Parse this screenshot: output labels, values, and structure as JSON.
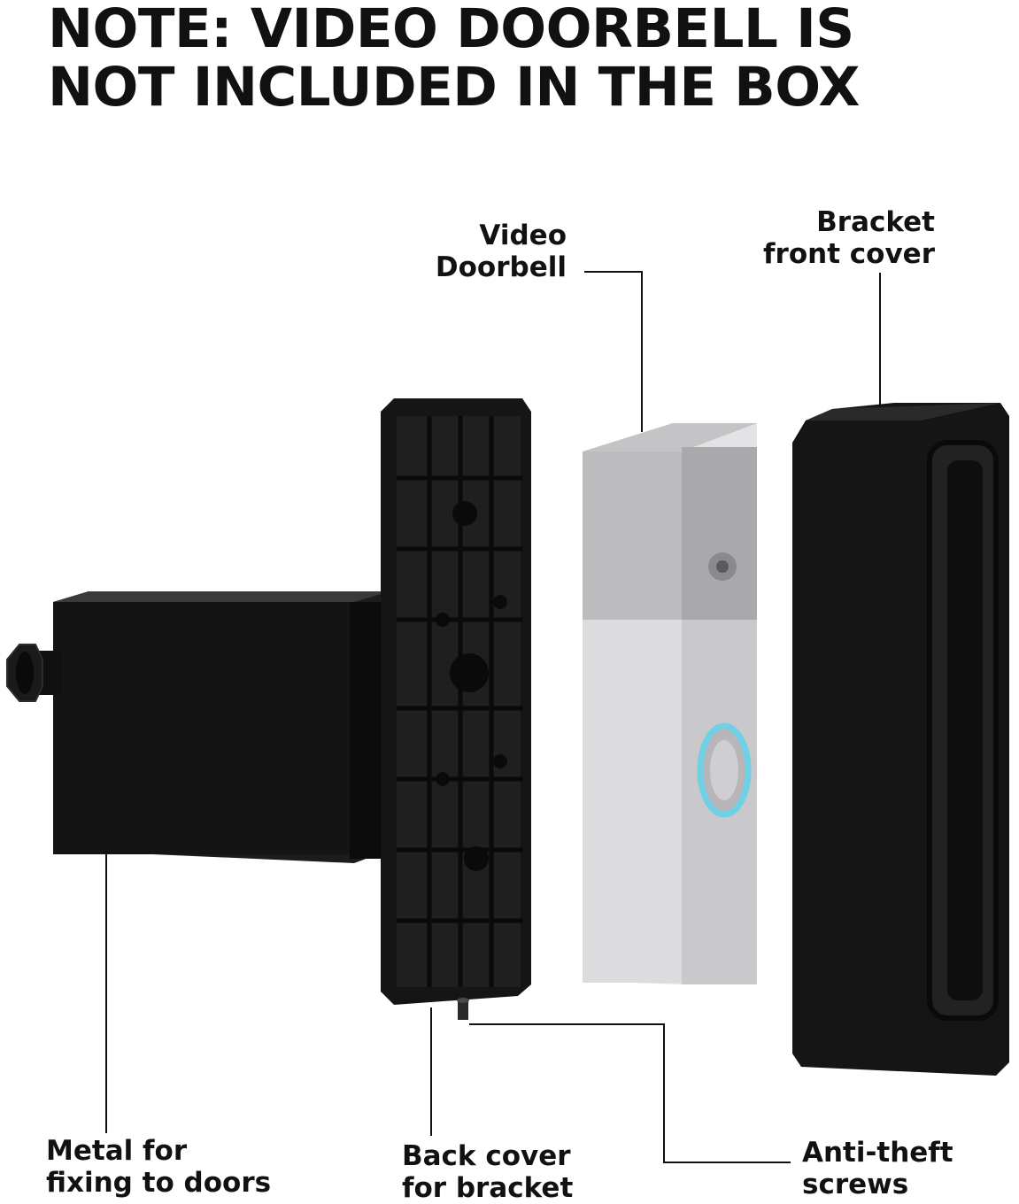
{
  "headline": {
    "line1": "NOTE: VIDEO DOORBELL IS",
    "line2": "NOT INCLUDED IN THE BOX"
  },
  "labels": {
    "video_doorbell": [
      "Video",
      "Doorbell"
    ],
    "bracket_front_cover": [
      "Bracket",
      "front cover"
    ],
    "metal_for_fixing": [
      "Metal for",
      "fixing to doors"
    ],
    "back_cover": [
      "Back cover",
      "for bracket"
    ],
    "anti_theft": [
      "Anti-theft",
      "screws"
    ]
  },
  "colors": {
    "text": "#111111",
    "bracket_black": "#161616",
    "doorbell_body": "#d9d9db",
    "doorbell_top": "#b5b5b7",
    "ring_light": "#6fd0e6"
  }
}
